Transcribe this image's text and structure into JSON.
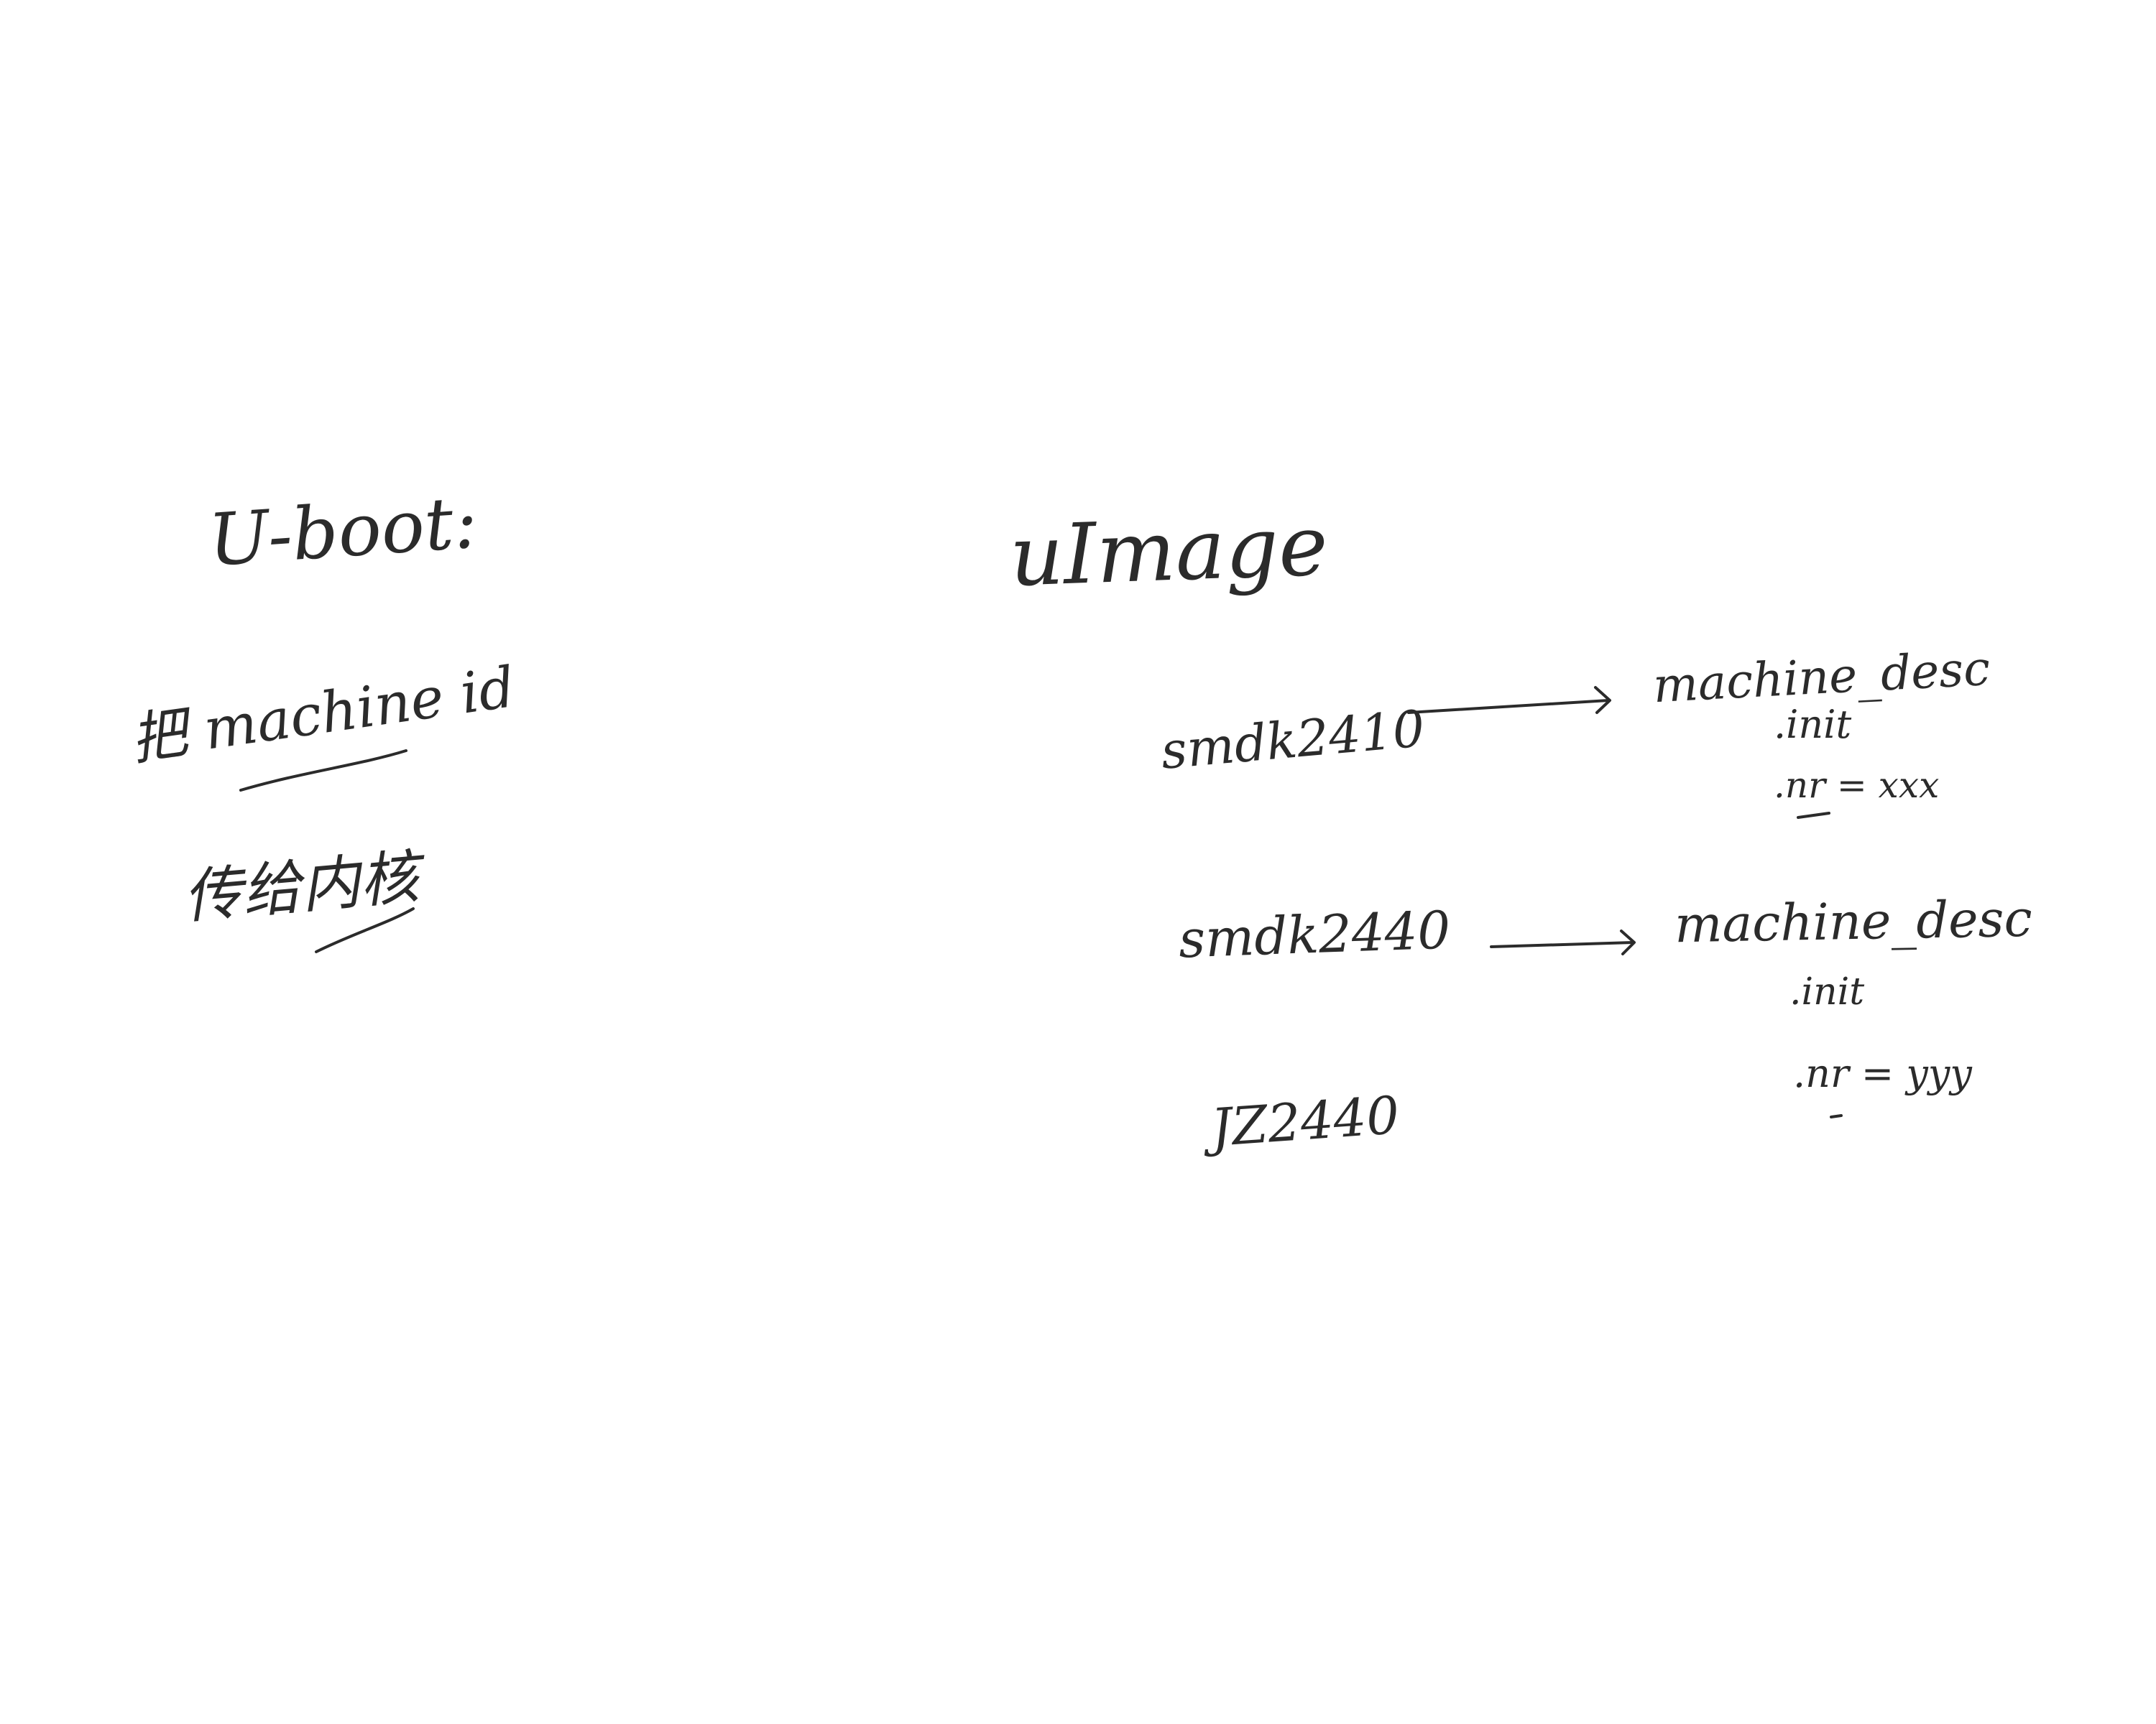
{
  "left_note": {
    "title": "U-boot:",
    "line1": "把 machine id",
    "line2": "传给内核"
  },
  "right_note": {
    "title": "uImage",
    "boards": [
      {
        "name": "smdk2410",
        "desc": {
          "name": "machine_desc",
          "init": ".init",
          "nr": ".nr  = xxx"
        }
      },
      {
        "name": "smdk2440",
        "desc": {
          "name": "machine_desc",
          "init": ".init",
          "nr": ".nr  = yyy"
        }
      },
      {
        "name": "JZ2440"
      }
    ]
  },
  "ink_color": "#2b2b2b"
}
